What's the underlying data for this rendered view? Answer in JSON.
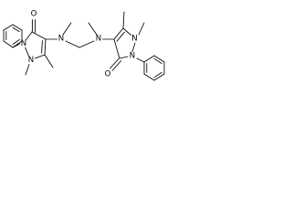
{
  "structure": {
    "atom_labels": {
      "o1": "O",
      "n1a": "N",
      "n1b": "N",
      "n1c": "N",
      "n2a": "N",
      "n2b": "N",
      "n2c": "N",
      "o2": "O"
    }
  }
}
